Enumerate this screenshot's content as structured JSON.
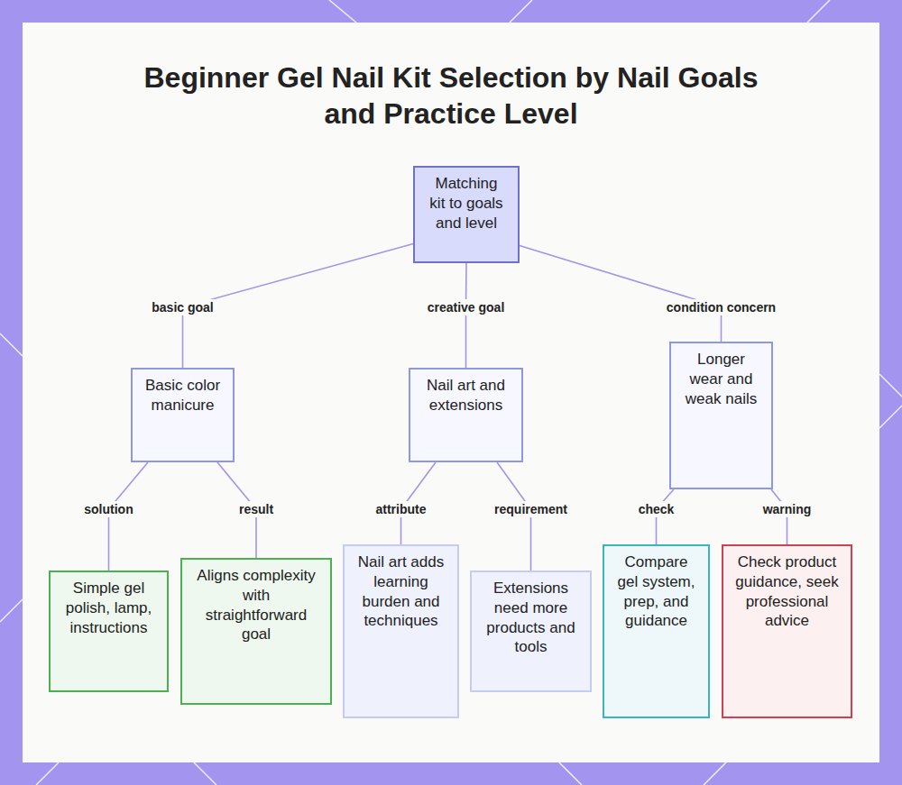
{
  "diagram": {
    "title": "Beginner Gel Nail Kit Selection by Nail Goals and Practice Level",
    "nodes": [
      {
        "text": [
          "Matching kit to goals and level"
        ]
      },
      {
        "text": [
          "Basic color manicure"
        ]
      },
      {
        "text": [
          "Nail art and extensions"
        ]
      },
      {
        "text": [
          "Longer wear and weak nails"
        ]
      },
      {
        "text": [
          "Simple gel polish, lamp, instructions"
        ]
      },
      {
        "text": [
          "Aligns complexity with straightforward goal"
        ]
      },
      {
        "text": [
          "Nail art adds learning burden and techniques"
        ]
      },
      {
        "text": [
          "Extensions need more products and tools"
        ]
      },
      {
        "text": [
          "Compare gel system, prep, and guidance"
        ]
      },
      {
        "text": [
          "Check product guidance, seek professional advice"
        ]
      }
    ],
    "edges": [
      {
        "from": 0,
        "to": 1,
        "label": "basic goal",
        "arrow": "none"
      },
      {
        "from": 0,
        "to": 2,
        "label": "creative goal",
        "arrow": "none"
      },
      {
        "from": 0,
        "to": 3,
        "label": "condition concern",
        "arrow": "none"
      },
      {
        "from": 1,
        "to": 4,
        "label": "solution",
        "arrow": "none"
      },
      {
        "from": 1,
        "to": 5,
        "label": "result",
        "arrow": "none"
      },
      {
        "from": 2,
        "to": 6,
        "label": "attribute",
        "arrow": "none"
      },
      {
        "from": 2,
        "to": 7,
        "label": "requirement",
        "arrow": "none"
      },
      {
        "from": 3,
        "to": 8,
        "label": "check",
        "arrow": "none"
      },
      {
        "from": 3,
        "to": 9,
        "label": "warning",
        "arrow": "none"
      }
    ]
  }
}
